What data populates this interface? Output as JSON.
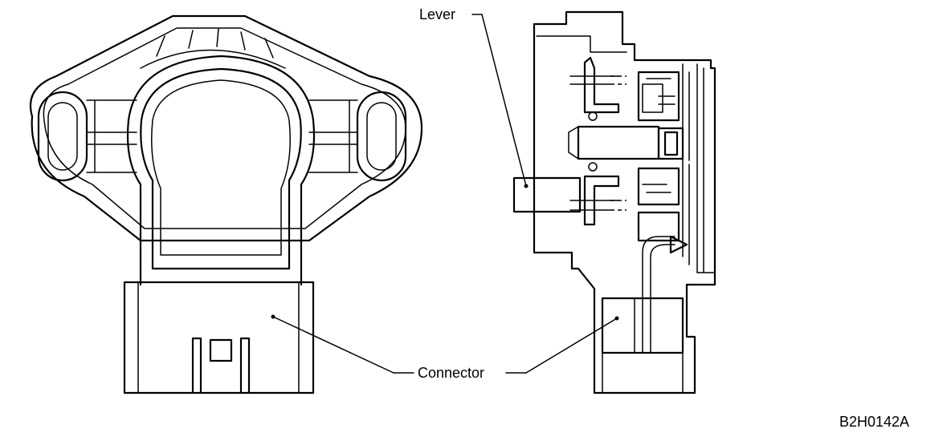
{
  "labels": {
    "lever": "Lever",
    "connector": "Connector"
  },
  "figure_id": "B2H0142A"
}
